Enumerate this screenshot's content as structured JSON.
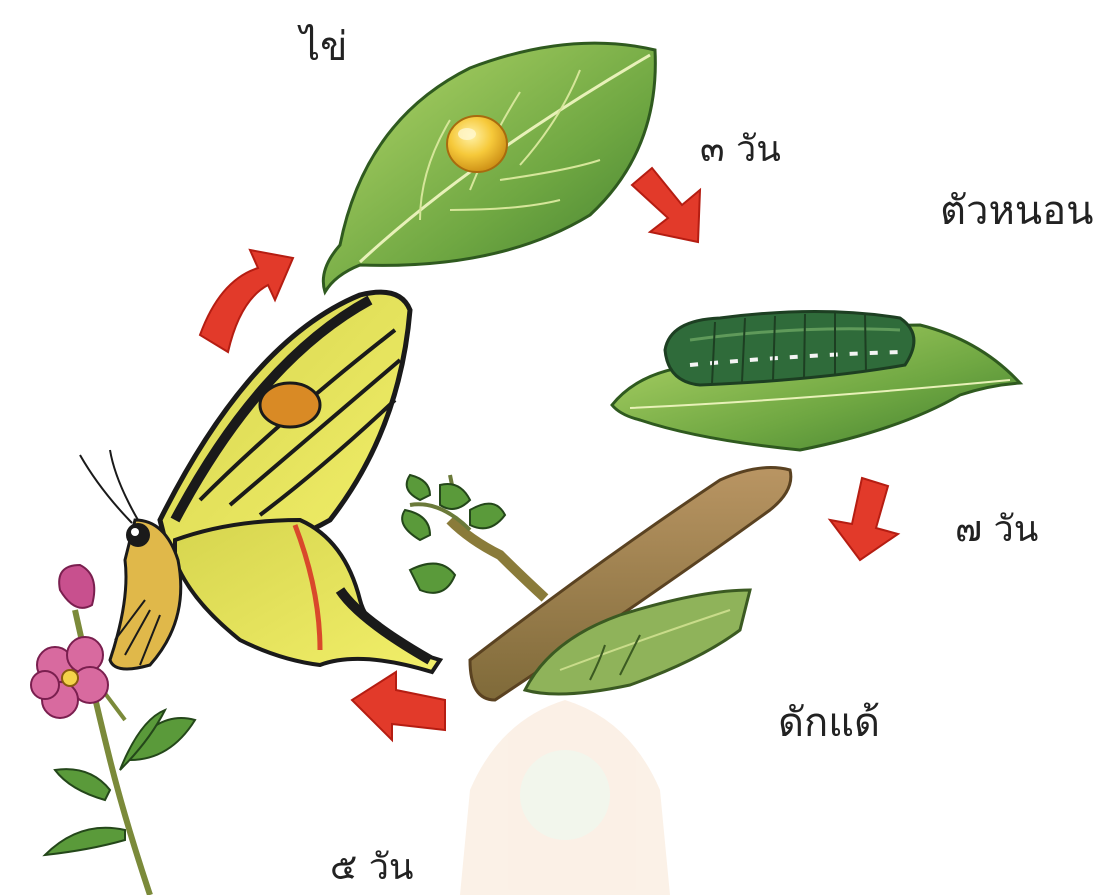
{
  "stages": {
    "egg": "ไข่",
    "larva": "ตัวหนอน",
    "pupa": "ดักแด้"
  },
  "durations": {
    "egg_to_larva": "๓ วัน",
    "larva_to_pupa": "๗ วัน",
    "pupa_to_adult": "๕ วัน"
  },
  "colors": {
    "arrow": "#e23a2a",
    "leaf": "#7fb24a",
    "egg": "#f2c12e",
    "caterpillar": "#2f6b3a",
    "branch": "#9b7a45",
    "wing": "#e6e35a",
    "flower": "#c8508e"
  }
}
